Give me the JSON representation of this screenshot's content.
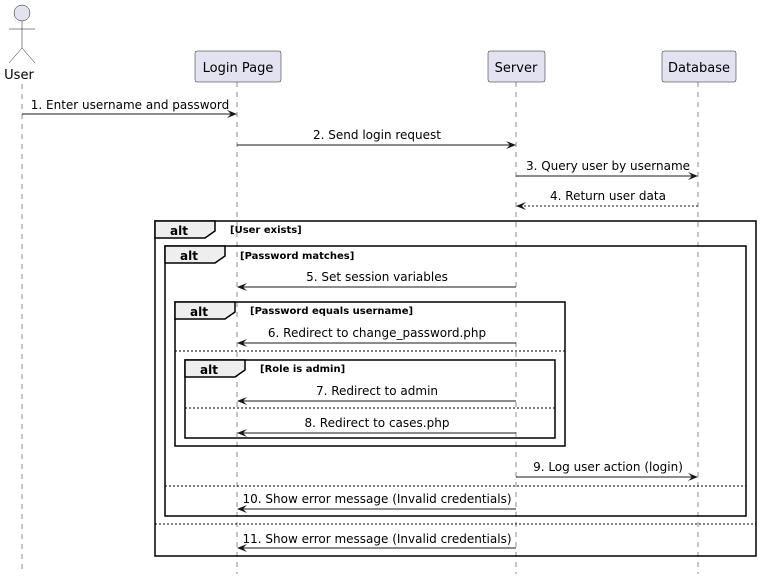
{
  "participants": [
    {
      "id": "user",
      "label": "User",
      "kind": "actor"
    },
    {
      "id": "login",
      "label": "Login Page",
      "kind": "participant"
    },
    {
      "id": "server",
      "label": "Server",
      "kind": "participant"
    },
    {
      "id": "db",
      "label": "Database",
      "kind": "participant"
    }
  ],
  "messages": [
    {
      "id": "m1",
      "label": "1. Enter username and password",
      "from": "user",
      "to": "login",
      "dashed": false
    },
    {
      "id": "m2",
      "label": "2. Send login request",
      "from": "login",
      "to": "server",
      "dashed": false
    },
    {
      "id": "m3",
      "label": "3. Query user by username",
      "from": "server",
      "to": "db",
      "dashed": false
    },
    {
      "id": "m4",
      "label": "4. Return user data",
      "from": "db",
      "to": "server",
      "dashed": true
    },
    {
      "id": "m5",
      "label": "5. Set session variables",
      "from": "server",
      "to": "login",
      "dashed": false
    },
    {
      "id": "m6",
      "label": "6. Redirect to change_password.php",
      "from": "server",
      "to": "login",
      "dashed": false
    },
    {
      "id": "m7",
      "label": "7. Redirect to admin",
      "from": "server",
      "to": "login",
      "dashed": false
    },
    {
      "id": "m8",
      "label": "8. Redirect to cases.php",
      "from": "server",
      "to": "login",
      "dashed": false
    },
    {
      "id": "m9",
      "label": "9. Log user action (login)",
      "from": "server",
      "to": "db",
      "dashed": false
    },
    {
      "id": "m10",
      "label": "10. Show error message (Invalid credentials)",
      "from": "server",
      "to": "login",
      "dashed": false
    },
    {
      "id": "m11",
      "label": "11. Show error message (Invalid credentials)",
      "from": "server",
      "to": "login",
      "dashed": false
    }
  ],
  "fragments": [
    {
      "id": "f1",
      "keyword": "alt",
      "guard": "[User exists]"
    },
    {
      "id": "f2",
      "keyword": "alt",
      "guard": "[Password matches]"
    },
    {
      "id": "f3",
      "keyword": "alt",
      "guard": "[Password equals username]"
    },
    {
      "id": "f4",
      "keyword": "alt",
      "guard": "[Role is admin]"
    }
  ]
}
